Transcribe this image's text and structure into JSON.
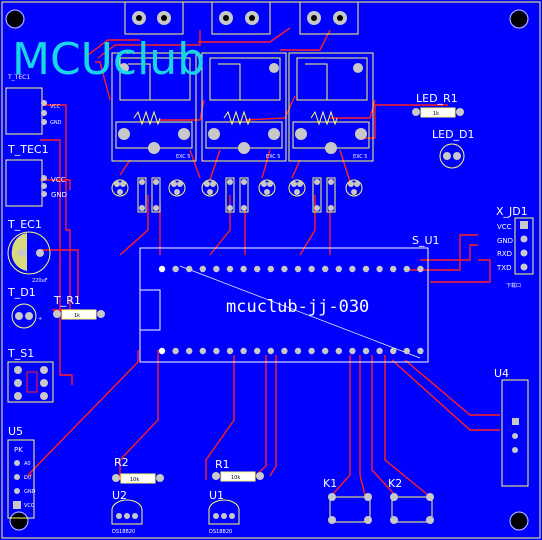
{
  "colors": {
    "board": "#0000ff",
    "silk": "#ffff66",
    "trace": "#ff2020",
    "pad": "#c8c8c8",
    "logo": "#19d6e6",
    "text": "#ffffff"
  },
  "logo": "MCUclub",
  "mcu_label": "mcuclub-jj-030",
  "mcu_ref": "S_U1",
  "components": {
    "t_tec1": "T_TEC1",
    "t_tec1_b": "T_TEC1",
    "t_ec1": "T_EC1",
    "t_d1": "T_D1",
    "t_r1": "T_R1",
    "t_s1": "T_S1",
    "u5": "U5",
    "r2": "R2",
    "u2": "U2",
    "r1": "R1",
    "u1": "U1",
    "k1": "K1",
    "k2": "K2",
    "u4": "U4",
    "led_r1": "LED_R1",
    "led_d1": "LED_D1",
    "x_jd1": "X_JD1"
  },
  "pin_labels": {
    "vcc": "VCC",
    "gnd": "GND",
    "vcc_b": "VCC",
    "gnd_b": "GND",
    "x_vcc": "VCC",
    "x_gnd": "GND",
    "x_rxd": "RXD",
    "x_txd": "TXD",
    "u5_pk": "PK",
    "u5_a0": "A0",
    "u5_d0": "D0",
    "u5_gnd": "GND",
    "u5_vcc": "VCC"
  },
  "part_values": {
    "r2": "10k",
    "r1": "10k",
    "t_r1": "1k",
    "led_r1": "1k",
    "u2": "DS18B20",
    "u1": "DS18B20",
    "ec1": "220uF",
    "x_jd1_sub": "下载口"
  }
}
